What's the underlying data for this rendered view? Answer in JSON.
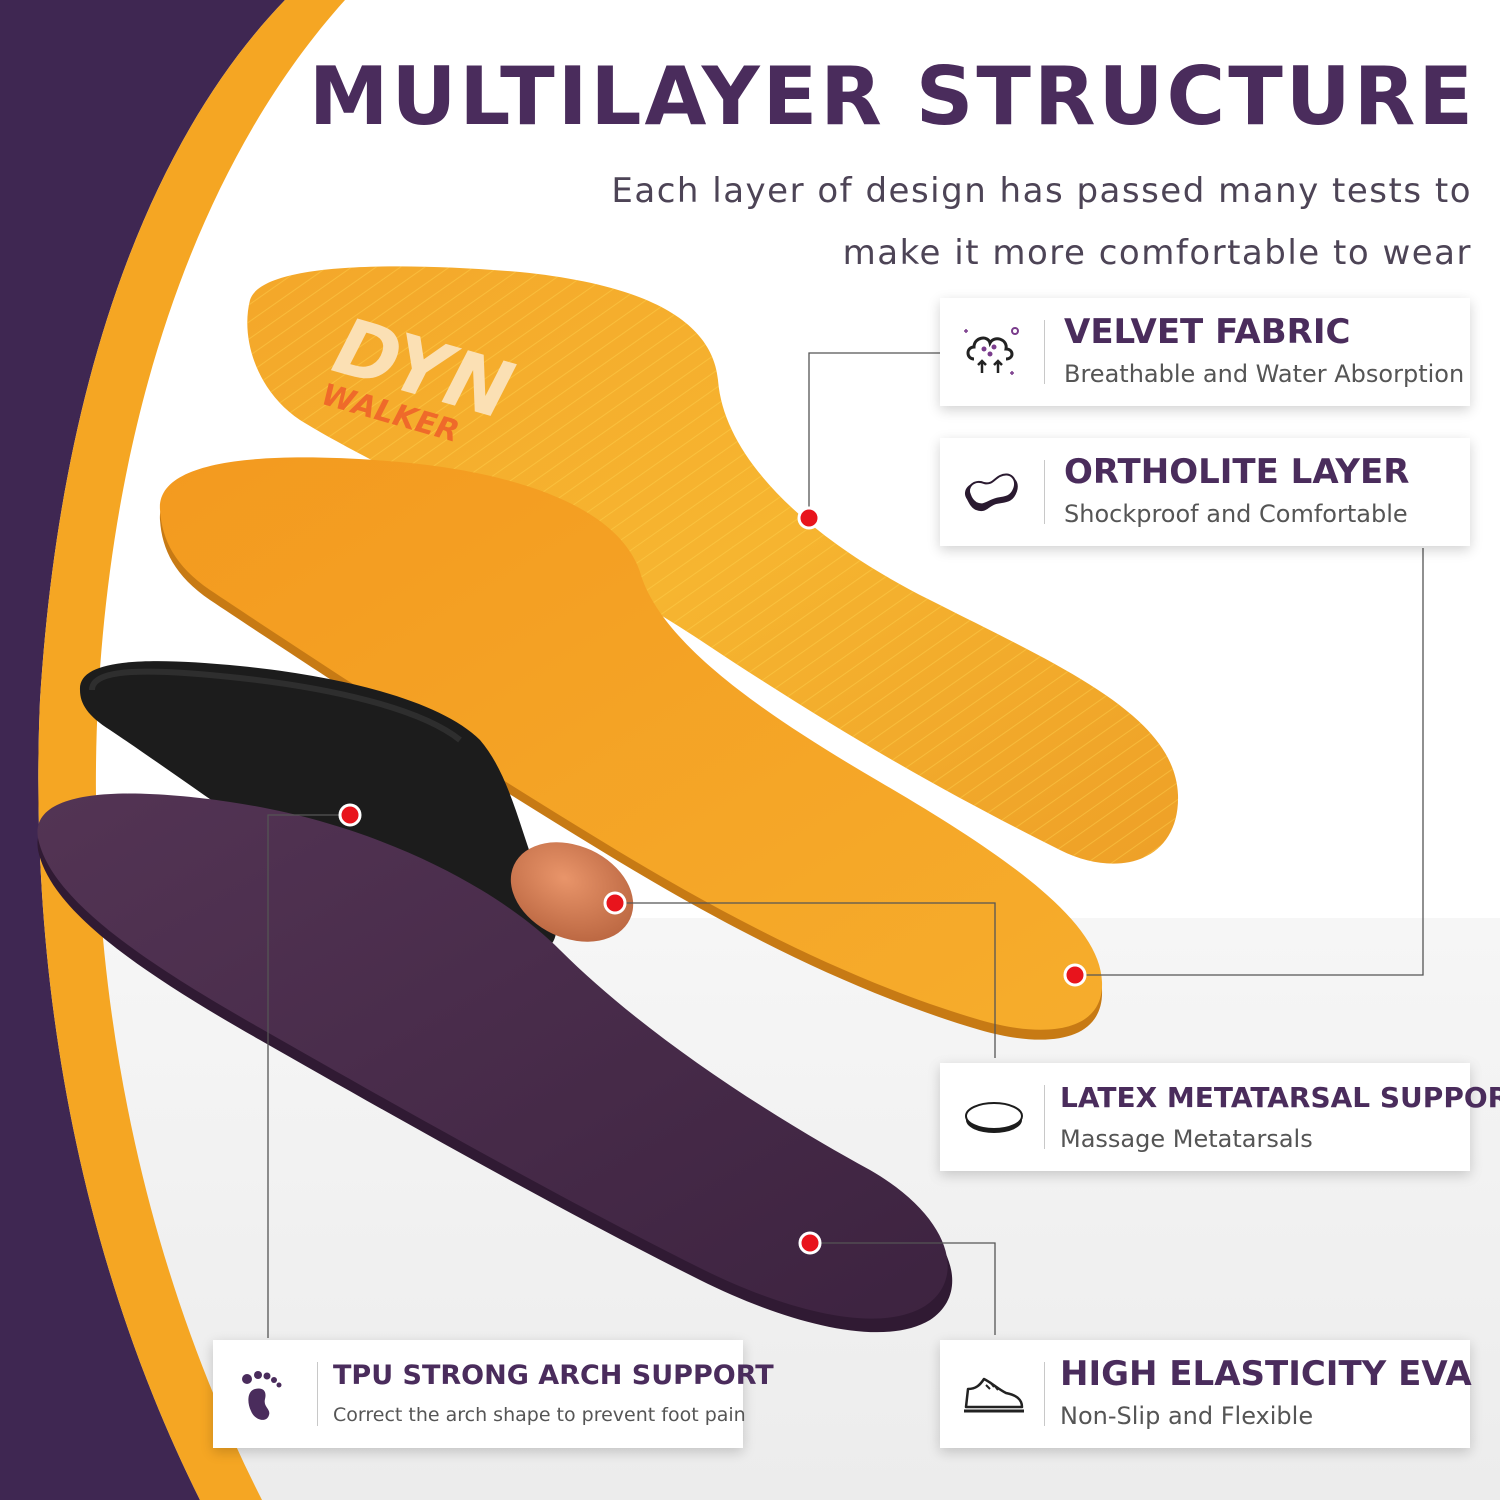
{
  "header": {
    "title": "MULTILAYER STRUCTURE",
    "subtitle_line1": "Each layer of design has passed many tests to",
    "subtitle_line2": "make it more comfortable to wear"
  },
  "brand": {
    "logo_main": "DYN",
    "logo_sub": "WALKER"
  },
  "colors": {
    "purple_dark": "#3f2752",
    "orange_accent": "#f5a623",
    "title_purple": "#4a2c5c",
    "marker_red": "#e8141c"
  },
  "features": [
    {
      "id": "velvet",
      "title": "VELVET FABRIC",
      "subtitle": "Breathable and Water Absorption",
      "icon": "breathable-fabric-icon"
    },
    {
      "id": "ortholite",
      "title": "ORTHOLITE LAYER",
      "subtitle": "Shockproof and Comfortable",
      "icon": "cushion-icon"
    },
    {
      "id": "latex",
      "title": "LATEX METATARSAL SUPPORT",
      "subtitle": "Massage Metatarsals",
      "icon": "metatarsal-pad-icon"
    },
    {
      "id": "tpu",
      "title": "TPU STRONG ARCH SUPPORT",
      "subtitle": "Correct the arch shape to prevent foot pain",
      "icon": "footprint-icon"
    },
    {
      "id": "eva",
      "title": "HIGH ELASTICITY EVA",
      "subtitle": "Non-Slip and Flexible",
      "icon": "sneaker-icon"
    }
  ]
}
